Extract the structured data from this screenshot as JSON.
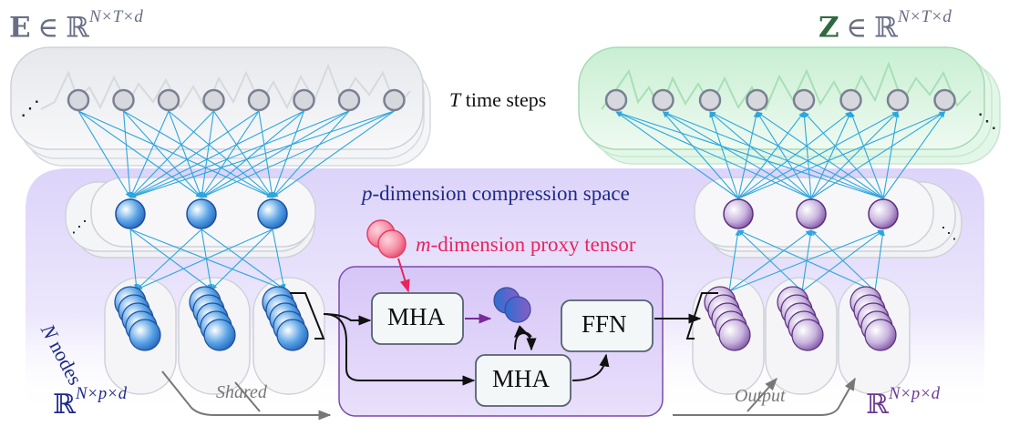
{
  "colors": {
    "embedding_tint": "#eceef2",
    "output_tint": "#d4f1dc",
    "compression_bg": "#e3dcfa",
    "compression_edge": "#b9aef0",
    "proxy_box_fill": "#dbcdf8",
    "proxy_box_stroke": "#7a4aa8",
    "input_arrow": "#2ca6df",
    "proxy_color": "#e8245f",
    "blue_node": "#1f6ac3",
    "purple_node": "#7a4aa0",
    "label_blue": "#1e2a8a",
    "label_purple": "#6b3a93",
    "label_green": "#2e6a3e",
    "label_gray": "#6a6e85"
  },
  "labels": {
    "left_tensor_symbol": "E",
    "left_tensor_set": "∈ ℝ",
    "left_tensor_shape": "N×T×d",
    "right_tensor_symbol": "Z",
    "right_tensor_set": "∈ ℝ",
    "right_tensor_shape": "N×T×d",
    "time_steps_var": "T",
    "time_steps_text": "time steps",
    "compression_var": "p",
    "compression_text": "-dimension compression space",
    "proxy_var": "m",
    "proxy_text": "-dimension proxy tensor",
    "nodes_var": "N",
    "nodes_text": "nodes",
    "left_space_set": "ℝ",
    "left_space_shape": "N×p×d",
    "right_space_set": "ℝ",
    "right_space_shape": "N×p×d",
    "shared": "Shared",
    "output": "Output",
    "mha_top": "MHA",
    "mha_bottom": "MHA",
    "ffn": "FFN"
  }
}
